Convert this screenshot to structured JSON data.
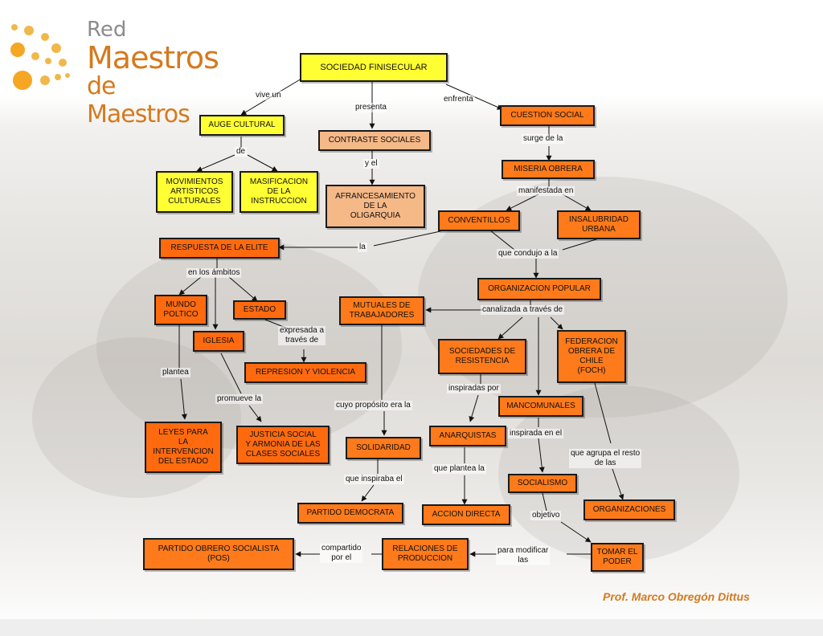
{
  "logo": {
    "line1": "Red",
    "line2": "Maestros",
    "line3": "de Maestros"
  },
  "author": "Prof. Marco Obregón Dittus",
  "nodes": {
    "sociedad": "SOCIEDAD FINISECULAR",
    "auge": "AUGE CULTURAL",
    "contraste": "CONTRASTE SOCIALES",
    "cuestion": "CUESTION SOCIAL",
    "movimientos": "MOVIMIENTOS\nARTISTICOS\nCULTURALES",
    "masificacion": "MASIFICACION\nDE LA\nINSTRUCCION",
    "afrancesamiento": "AFRANCESAMIENTO\nDE LA\nOLIGARQUIA",
    "miseria": "MISERIA OBRERA",
    "conventillos": "CONVENTILLOS",
    "insalubridad": "INSALUBRIDAD\nURBANA",
    "respuesta": "RESPUESTA DE LA ELITE",
    "organizacion": "ORGANIZACION POPULAR",
    "mundo": "MUNDO\nPOLTICO",
    "estado": "ESTADO",
    "mutuales": "MUTUALES DE\nTRABAJADORES",
    "iglesia": "IGLESIA",
    "sociedades": "SOCIEDADES DE\nRESISTENCIA",
    "federacion": "FEDERACION\nOBRERA DE\nCHILE\n(FOCH)",
    "represion": "REPRESION Y VIOLENCIA",
    "mancomunales": "MANCOMUNALES",
    "leyes": "LEYES PARA\nLA\nINTERVENCION\nDEL ESTADO",
    "justicia": "JUSTICIA SOCIAL\nY ARMONIA DE LAS\nCLASES SOCIALES",
    "solidaridad": "SOLIDARIDAD",
    "anarquistas": "ANARQUISTAS",
    "socialismo": "SOCIALISMO",
    "partido_dem": "PARTIDO DEMOCRATA",
    "accion": "ACCION DIRECTA",
    "organizaciones": "ORGANIZACIONES",
    "pos": "PARTIDO OBRERO SOCIALISTA\n(POS)",
    "relaciones": "RELACIONES DE\nPRODUCCION",
    "tomar": "TOMAR EL\nPODER"
  },
  "links": {
    "vive_un": "vive un",
    "presenta": "presenta",
    "enfrenta": "enfrenta",
    "de": "de",
    "y_el": "y el",
    "surge_de_la": "surge de la",
    "manifestada_en": "manifestada en",
    "la": "la",
    "que_condujo": "que condujo a la",
    "en_los_ambitos": "en los ámbitos",
    "canalizada": "canalizada a través de",
    "expresada": "expresada a\ntravés de",
    "plantea": "plantea",
    "promueve": "promueve la",
    "cuyo_proposito": "cuyo propósito era la",
    "inspiradas_por": "inspiradas por",
    "inspirada_en": "inspirada en el",
    "que_agrupa": "que agrupa el resto\nde las",
    "que_plantea": "que plantea la",
    "que_inspiraba": "que inspiraba el",
    "objetivo": "objetivo",
    "compartido": "compartido\npor el",
    "para_modificar": "para modificar\nlas"
  }
}
